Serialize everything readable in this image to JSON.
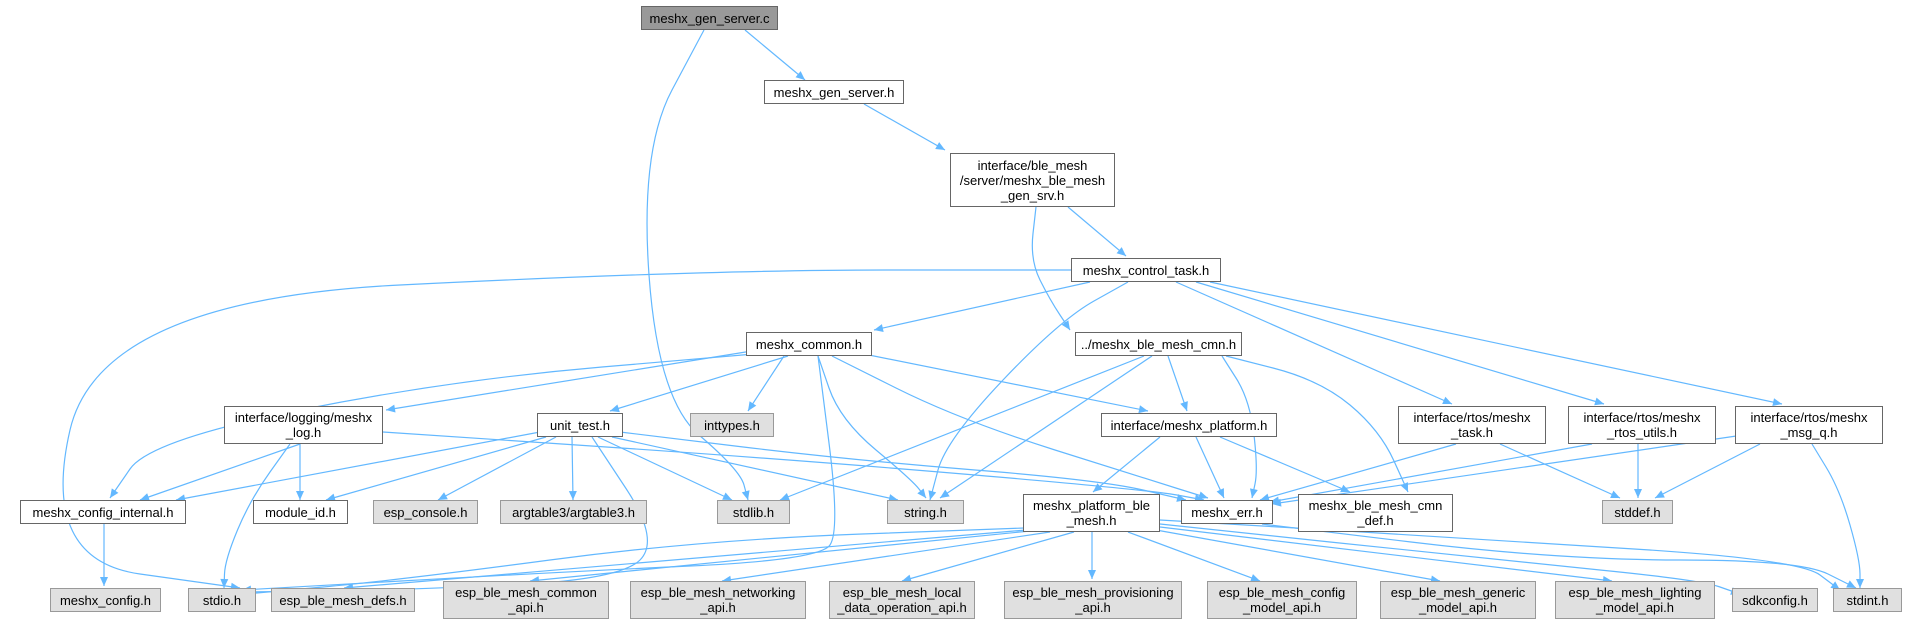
{
  "theme": {
    "edge_color": "#63b8ff",
    "root_fill": "#999999",
    "system_fill": "#e0e0e0",
    "project_fill": "#ffffff",
    "border": "#666666"
  },
  "nodes": {
    "root": "meshx_gen_server.c",
    "gen_server_h": "meshx_gen_server.h",
    "ble_gen_srv": "interface/ble_mesh\n/server/meshx_ble_mesh\n_gen_srv.h",
    "control_task": "meshx_control_task.h",
    "common": "meshx_common.h",
    "ble_cmn": "../meshx_ble_mesh_cmn.h",
    "log": "interface/logging/meshx\n_log.h",
    "unit_test": "unit_test.h",
    "inttypes": "inttypes.h",
    "platform": "interface/meshx_platform.h",
    "rtos_task": "interface/rtos/meshx\n_task.h",
    "rtos_utils": "interface/rtos/meshx\n_rtos_utils.h",
    "msg_q": "interface/rtos/meshx\n_msg_q.h",
    "config_internal": "meshx_config_internal.h",
    "module_id": "module_id.h",
    "esp_console": "esp_console.h",
    "argtable": "argtable3/argtable3.h",
    "stdlib": "stdlib.h",
    "string": "string.h",
    "platform_ble": "meshx_platform_ble\n_mesh.h",
    "err": "meshx_err.h",
    "cmn_def": "meshx_ble_mesh_cmn\n_def.h",
    "stddef": "stddef.h",
    "config": "meshx_config.h",
    "stdio": "stdio.h",
    "defs": "esp_ble_mesh_defs.h",
    "common_api": "esp_ble_mesh_common\n_api.h",
    "networking": "esp_ble_mesh_networking\n_api.h",
    "local_data": "esp_ble_mesh_local\n_data_operation_api.h",
    "provisioning": "esp_ble_mesh_provisioning\n_api.h",
    "config_model": "esp_ble_mesh_config\n_model_api.h",
    "generic_model": "esp_ble_mesh_generic\n_model_api.h",
    "lighting_model": "esp_ble_mesh_lighting\n_model_api.h",
    "sdkconfig": "sdkconfig.h",
    "stdint": "stdint.h"
  }
}
